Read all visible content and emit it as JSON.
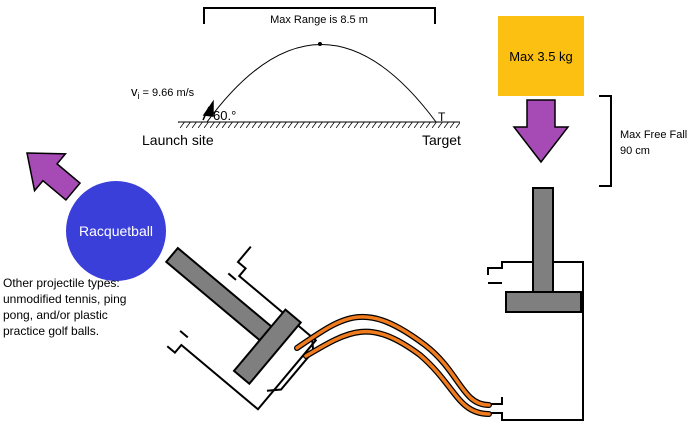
{
  "trajectory": {
    "max_range_label": "Max Range is 8.5 m",
    "velocity_symbol": "v",
    "velocity_subscript": "i",
    "velocity_value": "= 9.66 m/s",
    "angle_label": "60.°",
    "launch_label": "Launch site",
    "target_marker": "T",
    "target_label": "Target"
  },
  "weight": {
    "label": "Max 3.5 kg",
    "color": "#FBC012"
  },
  "free_fall": {
    "line1": "Max Free Fall",
    "line2": "90 cm"
  },
  "projectile": {
    "label": "Racquetball",
    "color": "#3B3FD9"
  },
  "other_projectiles": [
    "Other projectile types:",
    "unmodified tennis, ping",
    "pong, and/or plastic",
    "practice golf balls."
  ],
  "colors": {
    "arrow": "#A64BB5",
    "piston": "#7F7F7F",
    "tube": "#F07C1E"
  },
  "icons": {
    "launch_arrow": "arrow-up-left-icon",
    "drop_arrow": "arrow-down-icon"
  }
}
